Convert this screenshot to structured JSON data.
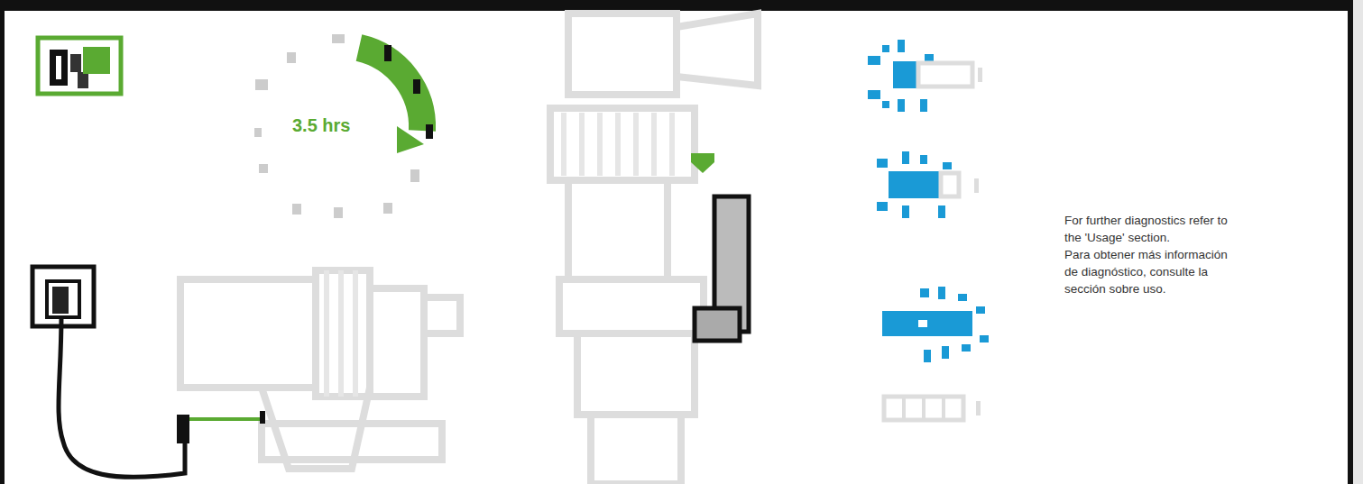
{
  "diagram": {
    "labels": [
      "3.5 hrs",
      "For further diagnostics refer to the 'Usage' section.",
      "Para obtener más información de diagnóstico, consulte la sección sobre uso."
    ]
  }
}
